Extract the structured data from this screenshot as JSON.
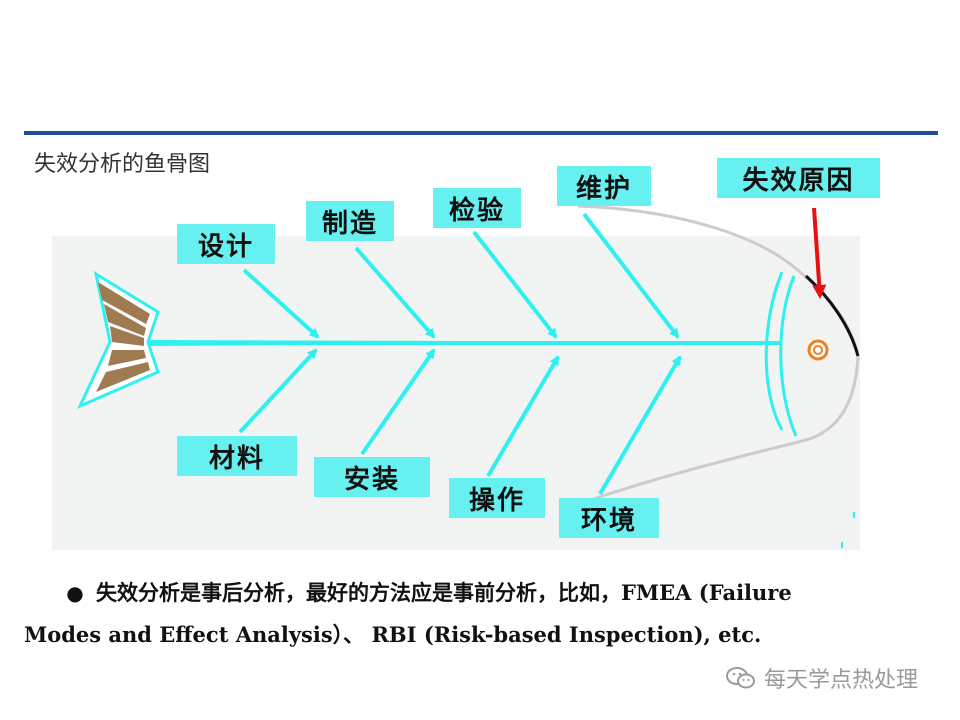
{
  "title": "失效分析的鱼骨图",
  "head_label": "失效原因",
  "causes_top": [
    "设计",
    "制造",
    "检验",
    "维护"
  ],
  "causes_bottom": [
    "材料",
    "安装",
    "操作",
    "环境"
  ],
  "note": {
    "line1": "失效分析是事后分析，最好的方法应是事前分析，比如，FMEA (Failure",
    "line2": "Modes and Effect Analysis）、 RBI (Risk-based Inspection), etc."
  },
  "watermark": "每天学点热处理",
  "colors": {
    "bone": "#2ff0f0",
    "box": "#66f0f0",
    "rule": "#1f4e9a",
    "arrow_red": "#e81010",
    "fin_brown": "#a07a50"
  }
}
